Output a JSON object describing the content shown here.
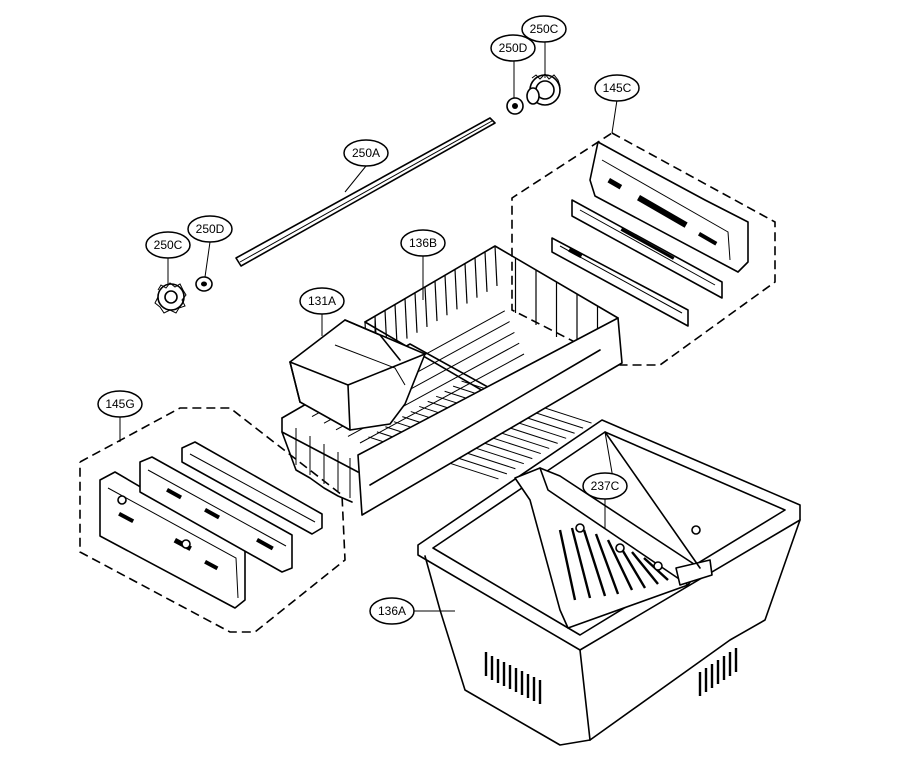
{
  "labels": {
    "l250C_top": "250C",
    "l250D_top": "250D",
    "l145C": "145C",
    "l250A": "250A",
    "l250C_left": "250C",
    "l250D_left": "250D",
    "l136B": "136B",
    "l131A": "131A",
    "l145G": "145G",
    "l237C": "237C",
    "l136A": "136A"
  }
}
